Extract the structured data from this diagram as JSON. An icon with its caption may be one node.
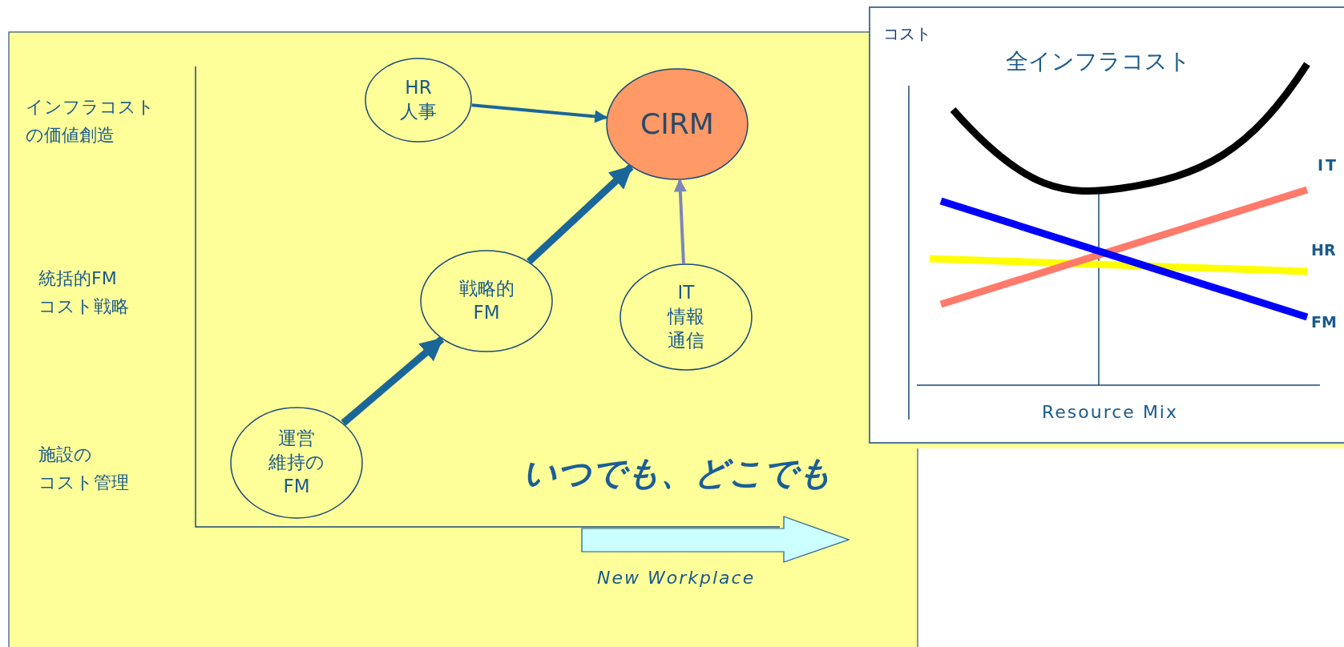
{
  "diagram": {
    "nodes": [
      {
        "text": [
          "HR人事"
        ]
      },
      {
        "text": [
          "CIRM"
        ]
      },
      {
        "text": [
          "戦略的FM"
        ]
      },
      {
        "text": [
          "IT情報通信"
        ]
      },
      {
        "text": [
          "運営維持のFM"
        ]
      }
    ],
    "edges": [
      {
        "from": 0,
        "to": 1,
        "arrow": "to"
      },
      {
        "from": 2,
        "to": 1,
        "arrow": "to",
        "style": "thick"
      },
      {
        "from": 3,
        "to": 1,
        "arrow": "to",
        "color": "#7d86b8"
      },
      {
        "from": 4,
        "to": 2,
        "arrow": "to",
        "style": "thick"
      }
    ],
    "labels": [
      "インフラコストの価値創造",
      "統括的FMコスト戦略",
      "施設のコスト管理",
      "いつでも、どこでも",
      "New Workplace",
      "コスト",
      "全インフラコスト",
      "IT",
      "HR",
      "FM",
      "Resource Mix"
    ]
  }
}
